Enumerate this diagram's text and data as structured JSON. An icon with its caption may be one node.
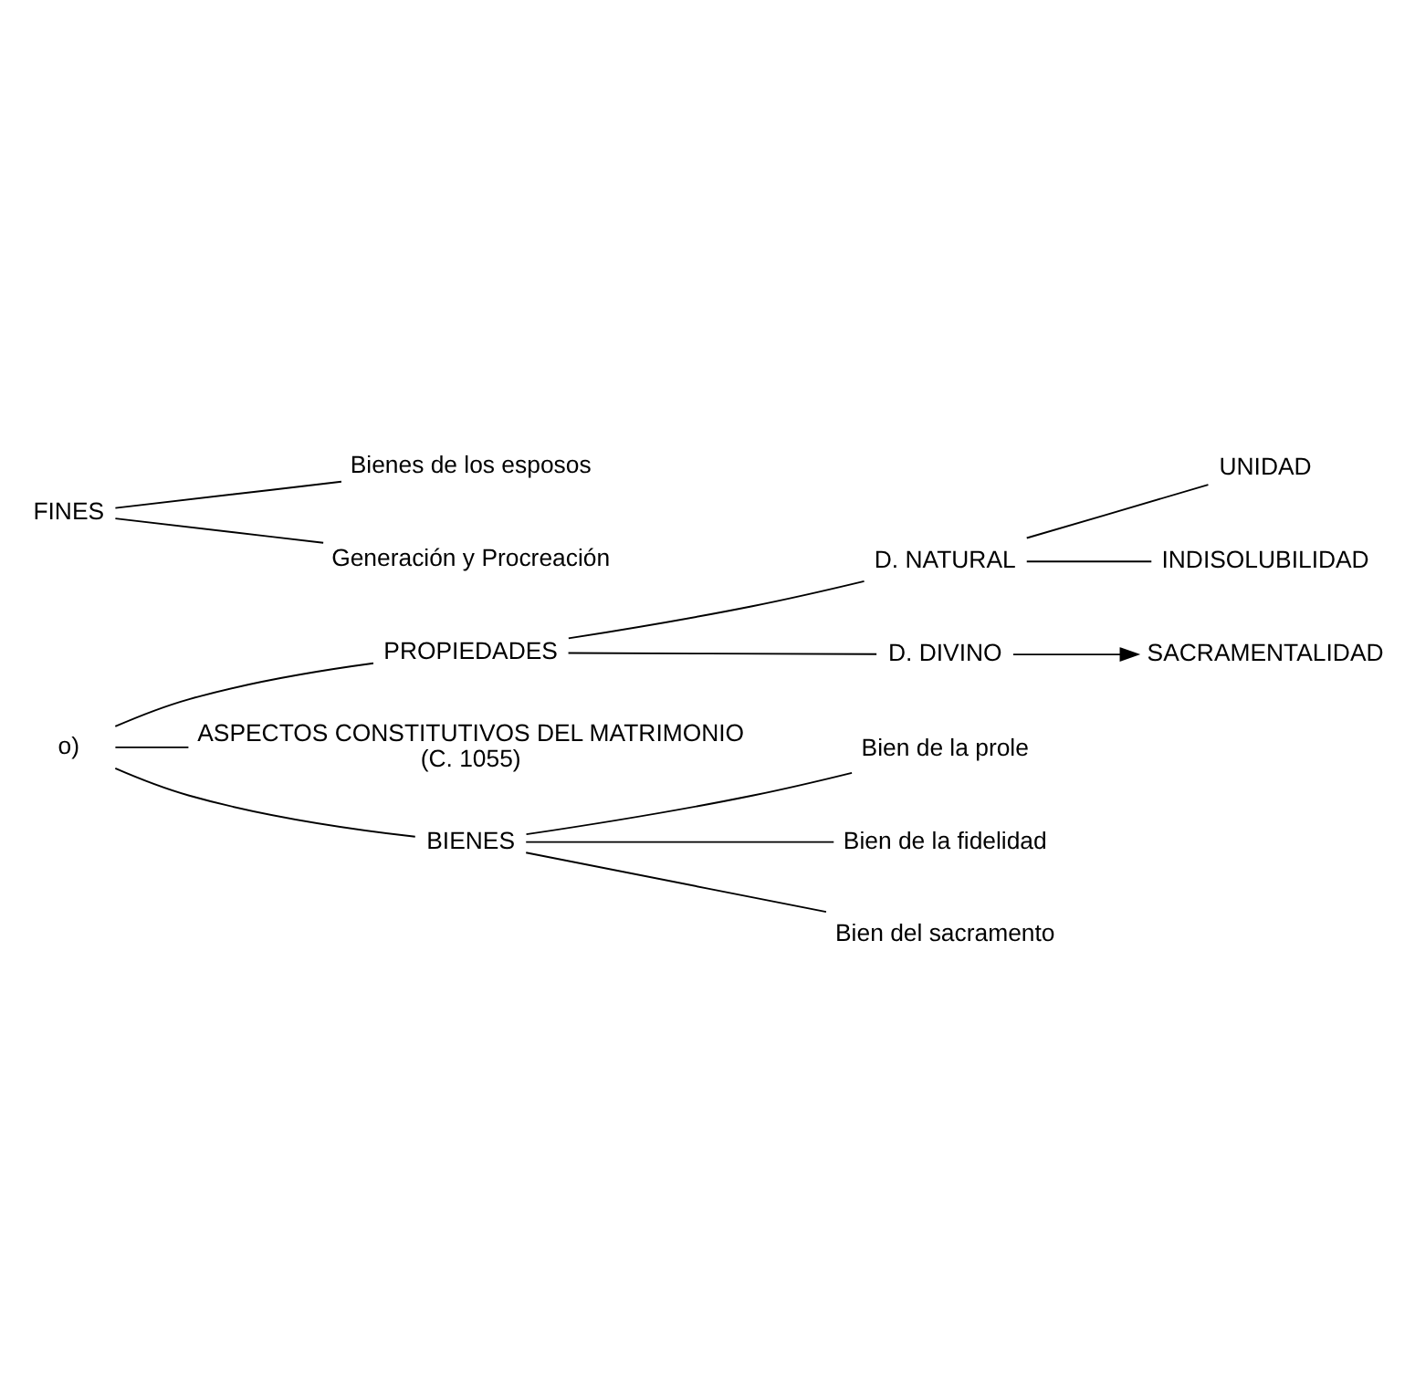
{
  "diagram": {
    "nodes": [
      {
        "text": [
          "o)"
        ]
      },
      {
        "text": [
          "PROPIEDADES"
        ]
      },
      {
        "text": [
          "D. NATURAL"
        ]
      },
      {
        "text": [
          "UNIDAD"
        ]
      },
      {
        "text": [
          "INDISOLUBILIDAD"
        ]
      },
      {
        "text": [
          "D. DIVINO"
        ]
      },
      {
        "text": [
          "SACRAMENTALIDAD"
        ]
      },
      {
        "text": [
          "ASPECTOS CONSTITUTIVOS DEL MATRIMONIO",
          "(C. 1055)"
        ]
      },
      {
        "text": [
          "FINES"
        ]
      },
      {
        "text": [
          "Bienes de los esposos"
        ]
      },
      {
        "text": [
          "Generación y Procreación"
        ]
      },
      {
        "text": [
          "BIENES"
        ]
      },
      {
        "text": [
          "Bien de la prole"
        ]
      },
      {
        "text": [
          "Bien de la fidelidad"
        ]
      },
      {
        "text": [
          "Bien del sacramento"
        ]
      }
    ],
    "edges": [
      {
        "from": 0,
        "to": 1,
        "arrow": "none"
      },
      {
        "from": 0,
        "to": 7,
        "arrow": "none"
      },
      {
        "from": 0,
        "to": 11,
        "arrow": "none"
      },
      {
        "from": 1,
        "to": 2,
        "arrow": "none"
      },
      {
        "from": 1,
        "to": 5,
        "arrow": "none"
      },
      {
        "from": 2,
        "to": 3,
        "arrow": "none"
      },
      {
        "from": 2,
        "to": 4,
        "arrow": "none"
      },
      {
        "from": 5,
        "to": 6,
        "arrow": "to"
      },
      {
        "from": 8,
        "to": 9,
        "arrow": "none"
      },
      {
        "from": 8,
        "to": 10,
        "arrow": "none"
      },
      {
        "from": 11,
        "to": 12,
        "arrow": "none"
      },
      {
        "from": 11,
        "to": 13,
        "arrow": "none"
      },
      {
        "from": 11,
        "to": 14,
        "arrow": "none"
      }
    ]
  }
}
